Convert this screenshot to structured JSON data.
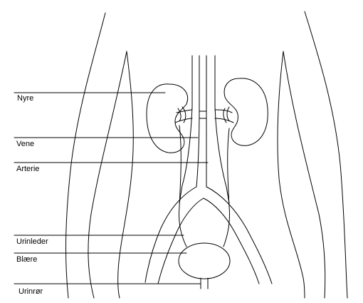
{
  "labels": {
    "nyre": "Nyre",
    "vene": "Vene",
    "arterie": "Arterie",
    "urinleder": "Urinleder",
    "blaere": "Blære",
    "urinror": "Urinrør"
  },
  "colors": {
    "line": "#000000",
    "background": "#ffffff"
  }
}
